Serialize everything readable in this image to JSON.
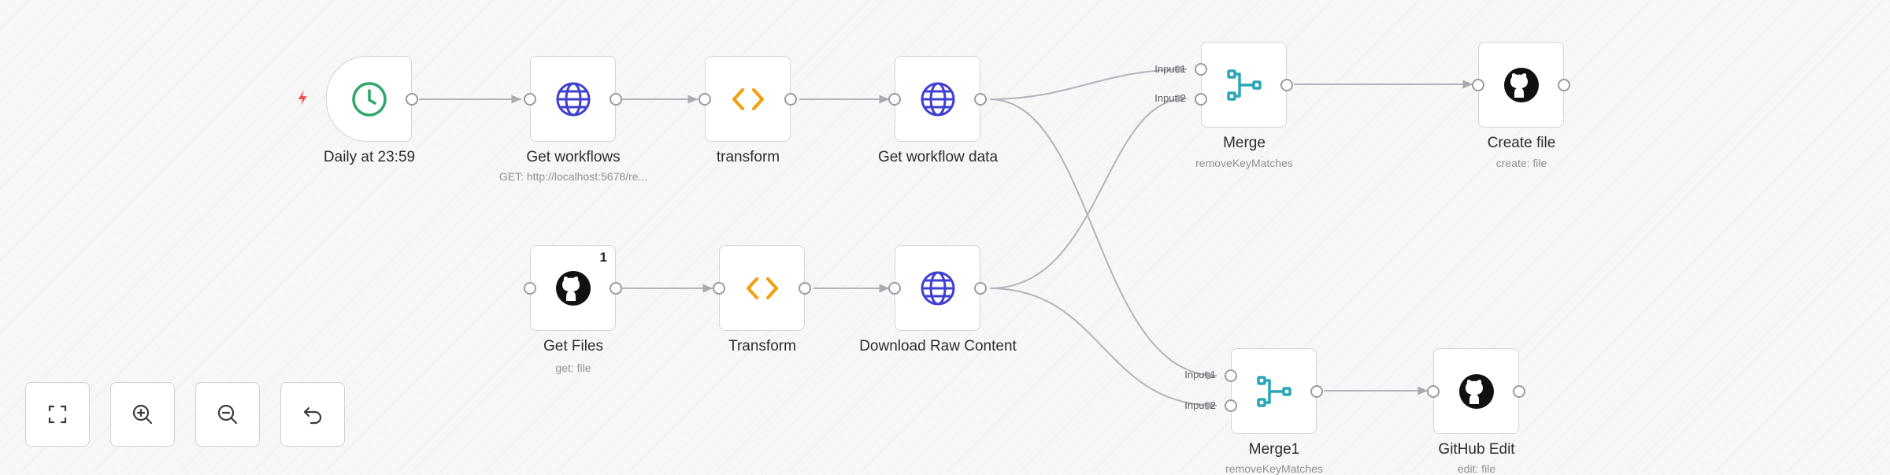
{
  "nodes": {
    "daily": {
      "label": "Daily at 23:59",
      "icon": "clock-icon",
      "color": "#2fa66b"
    },
    "get_workflows": {
      "label": "Get workflows",
      "subtitle": "GET: http://localhost:5678/re...",
      "icon": "globe-icon",
      "color": "#3f3fd0"
    },
    "transform_top": {
      "label": "transform",
      "icon": "code-icon",
      "color": "#f59e0b"
    },
    "get_workflow_data": {
      "label": "Get workflow data",
      "icon": "globe-icon",
      "color": "#3f3fd0"
    },
    "merge": {
      "label": "Merge",
      "subtitle": "removeKeyMatches",
      "icon": "merge-icon",
      "color": "#2aa6b8",
      "input1": "Input 1",
      "input2": "Input 2"
    },
    "create_file": {
      "label": "Create file",
      "subtitle": "create: file",
      "icon": "github-icon"
    },
    "get_files": {
      "label": "Get Files",
      "subtitle": "get: file",
      "icon": "github-icon",
      "badge": "1"
    },
    "transform_bottom": {
      "label": "Transform",
      "icon": "code-icon",
      "color": "#f59e0b"
    },
    "download_raw": {
      "label": "Download Raw Content",
      "icon": "globe-icon",
      "color": "#3f3fd0"
    },
    "merge1": {
      "label": "Merge1",
      "subtitle": "removeKeyMatches",
      "icon": "merge-icon",
      "color": "#2aa6b8",
      "input1": "Input 1",
      "input2": "Input 2"
    },
    "github_edit": {
      "label": "GitHub Edit",
      "subtitle": "edit: file",
      "icon": "github-icon"
    }
  },
  "trigger_marker": {
    "icon": "lightning-icon",
    "color": "#f04e4e"
  },
  "controls": [
    {
      "name": "fit-view",
      "icon": "expand-icon"
    },
    {
      "name": "zoom-in",
      "icon": "zoom-in-icon"
    },
    {
      "name": "zoom-out",
      "icon": "zoom-out-icon"
    },
    {
      "name": "reset",
      "icon": "undo-icon"
    }
  ],
  "colors": {
    "edge": "#a9abb1",
    "handle": "#9a9ca3",
    "node_border": "#d2d4d9"
  }
}
